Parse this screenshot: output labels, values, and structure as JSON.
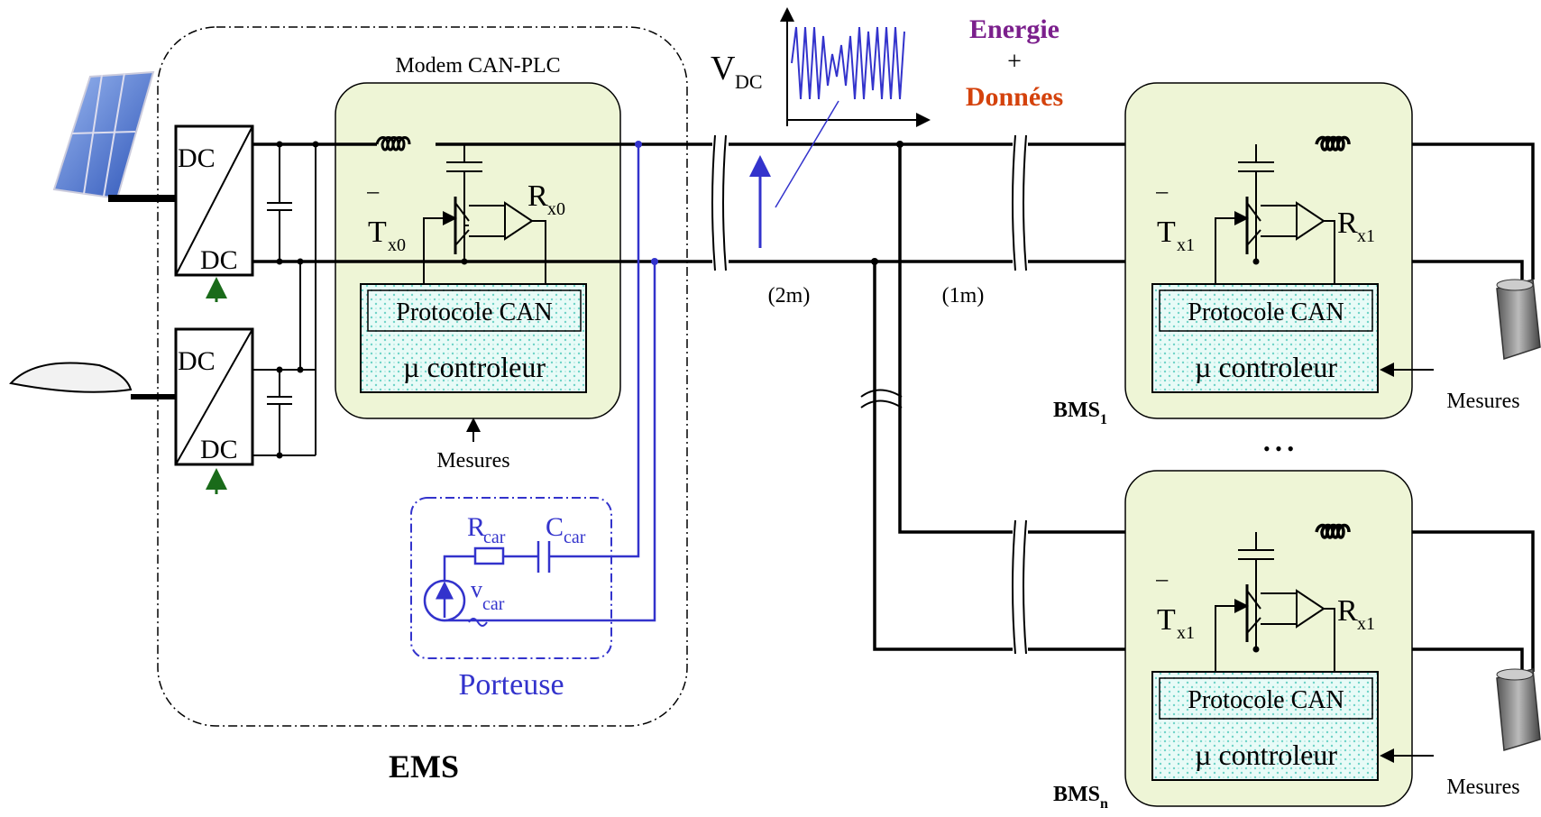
{
  "labels": {
    "modem_title": "Modem CAN-PLC",
    "vdc": "V",
    "vdc_sub": "DC",
    "energie": "Energie",
    "plus": "+",
    "donnees": "Données",
    "len_2m": "(2m)",
    "len_1m": "(1m)",
    "dc": "DC",
    "protocole": "Protocole CAN",
    "controleur": "µ controleur",
    "mesures": "Mesures",
    "ems": "EMS",
    "bms": "BMS",
    "bms1_sub": "1",
    "bmsn_sub": "n",
    "tx": "T",
    "rx": "R",
    "x0": "x0",
    "x1": "x1",
    "rcar": "R",
    "ccar": "C",
    "vcar": "v",
    "car_sub": "car",
    "porteuse": "Porteuse",
    "dots": "• • •"
  },
  "colors": {
    "energie": "#7b1f8c",
    "donnees": "#d4420c",
    "carrier": "#3333cc",
    "modem_fill": "#eef5d6",
    "box_dots": "#6fd3c8",
    "arrow_green": "#1a6b1a"
  },
  "icons": [
    "solar-panel-icon",
    "wind-turbine-icon",
    "battery-icon",
    "inductor-icon",
    "capacitor-icon",
    "transistor-icon",
    "amplifier-icon",
    "ac-source-icon",
    "resistor-icon"
  ]
}
